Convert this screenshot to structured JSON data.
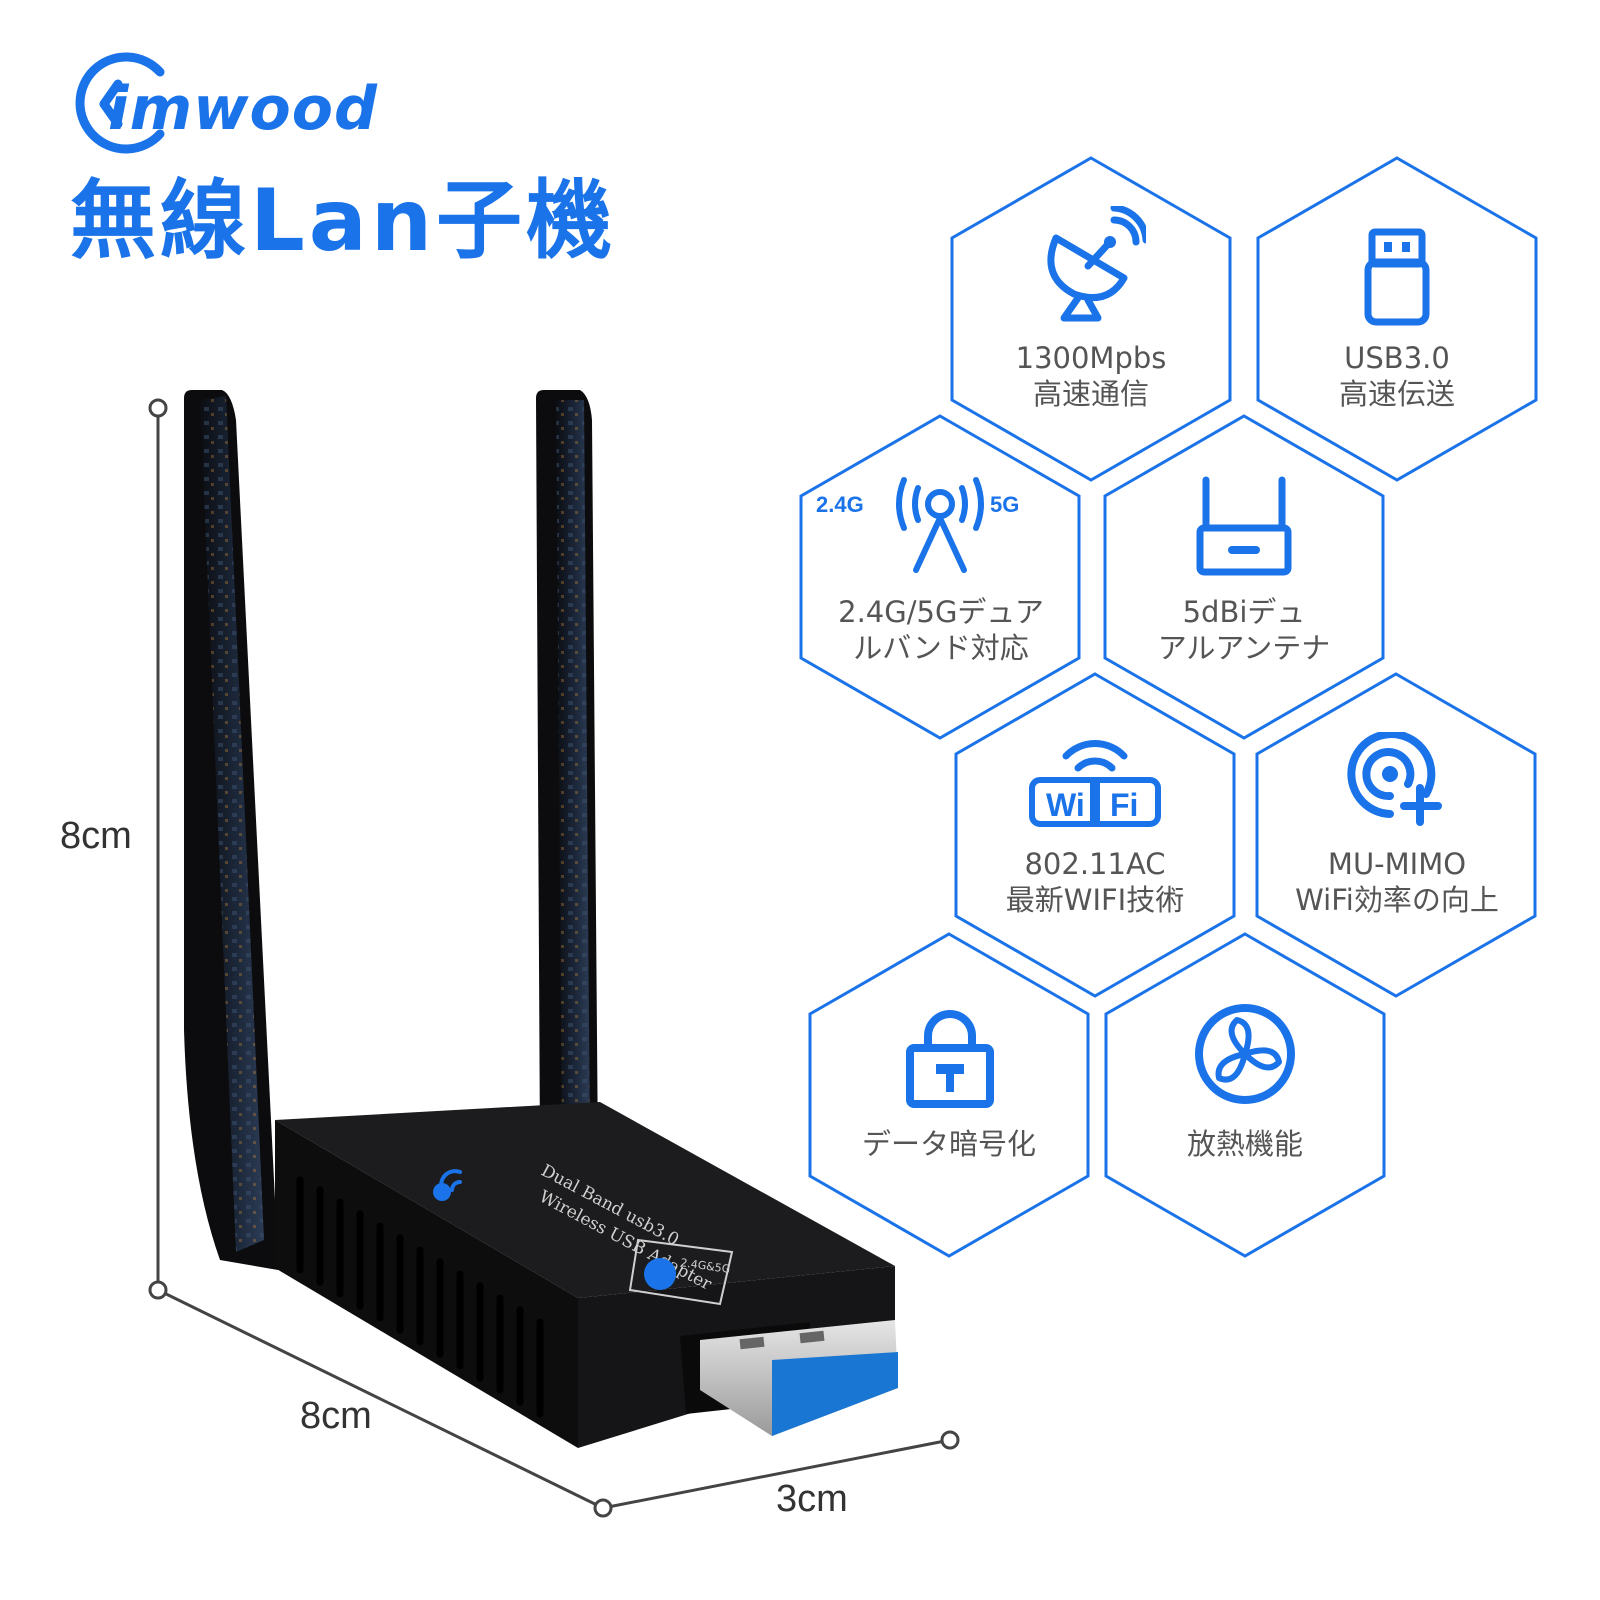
{
  "brand": {
    "name": "imwood"
  },
  "title": "無線Lan子機",
  "dimensions": {
    "height": "8cm",
    "length": "8cm",
    "width": "3cm"
  },
  "product": {
    "label_line1": "Dual Band usb3.0",
    "label_line2": "Wireless USB Adapter",
    "badge": "2.4G&5G"
  },
  "features": [
    {
      "icon": "satellite-dish-icon",
      "line1": "1300Mpbs",
      "line2": "高速通信"
    },
    {
      "icon": "usb-drive-icon",
      "line1": "USB3.0",
      "line2": "高速伝送"
    },
    {
      "icon": "dual-band-antenna-icon",
      "line1": "2.4G/5Gデュア",
      "line2": "ルバンド対応",
      "label_left": "2.4G",
      "label_right": "5G"
    },
    {
      "icon": "router-icon",
      "line1": "5dBiデュ",
      "line2": "アルアンテナ"
    },
    {
      "icon": "wifi-icon",
      "line1": "802.11AC",
      "line2": "最新WIFI技術",
      "wifi_left": "Wi",
      "wifi_right": "Fi"
    },
    {
      "icon": "signal-plus-icon",
      "line1": "MU-MIMO",
      "line2": "WiFi効率の向上"
    },
    {
      "icon": "lock-icon",
      "line1": "データ暗号化",
      "line2": ""
    },
    {
      "icon": "fan-icon",
      "line1": "放熱機能",
      "line2": ""
    }
  ],
  "colors": {
    "accent": "#1a73e8",
    "text": "#555555",
    "device": "#111111"
  }
}
